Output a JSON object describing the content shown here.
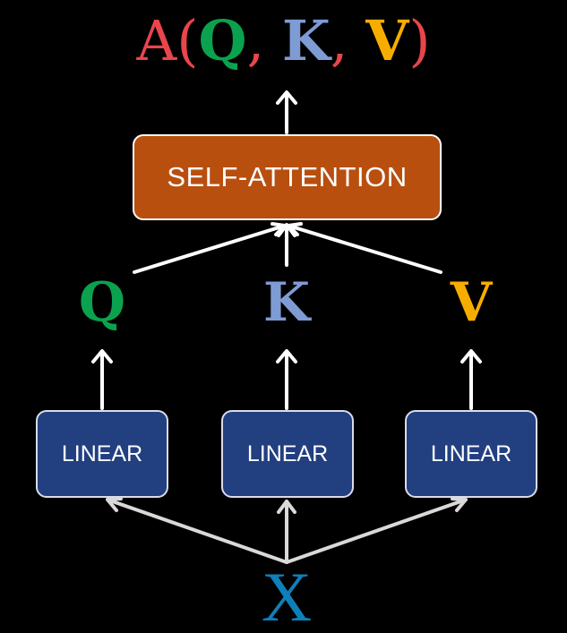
{
  "title": {
    "prefix": "A(",
    "q": "Q",
    "sep1": ", ",
    "k": "K",
    "sep2": ", ",
    "v": "V",
    "suffix": ")"
  },
  "blocks": {
    "self_attention": "SELF-ATTENTION",
    "linear_q": "LINEAR",
    "linear_k": "LINEAR",
    "linear_v": "LINEAR"
  },
  "labels": {
    "q": "Q",
    "k": "K",
    "v": "V",
    "x": "X"
  },
  "colors": {
    "background": "#000000",
    "title_func": "#e8454c",
    "q": "#0aa24e",
    "k": "#7f9bd4",
    "v": "#f7ad00",
    "x": "#0f7fba",
    "self_attention_fill": "#b84f0f",
    "linear_fill": "#223f80",
    "arrow_white": "#ffffff",
    "arrow_gray": "#d9d9d9"
  }
}
